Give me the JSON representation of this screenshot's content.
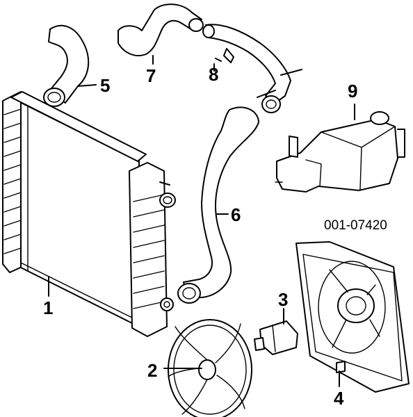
{
  "diagram": {
    "reference_code": "001-07420",
    "callouts": [
      {
        "id": "radiator",
        "number": "1"
      },
      {
        "id": "fan-blade",
        "number": "2"
      },
      {
        "id": "temp-switch",
        "number": "3"
      },
      {
        "id": "fan-shroud",
        "number": "4"
      },
      {
        "id": "upper-hose-small",
        "number": "5"
      },
      {
        "id": "lower-hose",
        "number": "6"
      },
      {
        "id": "upper-hose",
        "number": "7"
      },
      {
        "id": "bypass-pipe",
        "number": "8"
      },
      {
        "id": "reservoir",
        "number": "9"
      }
    ]
  }
}
